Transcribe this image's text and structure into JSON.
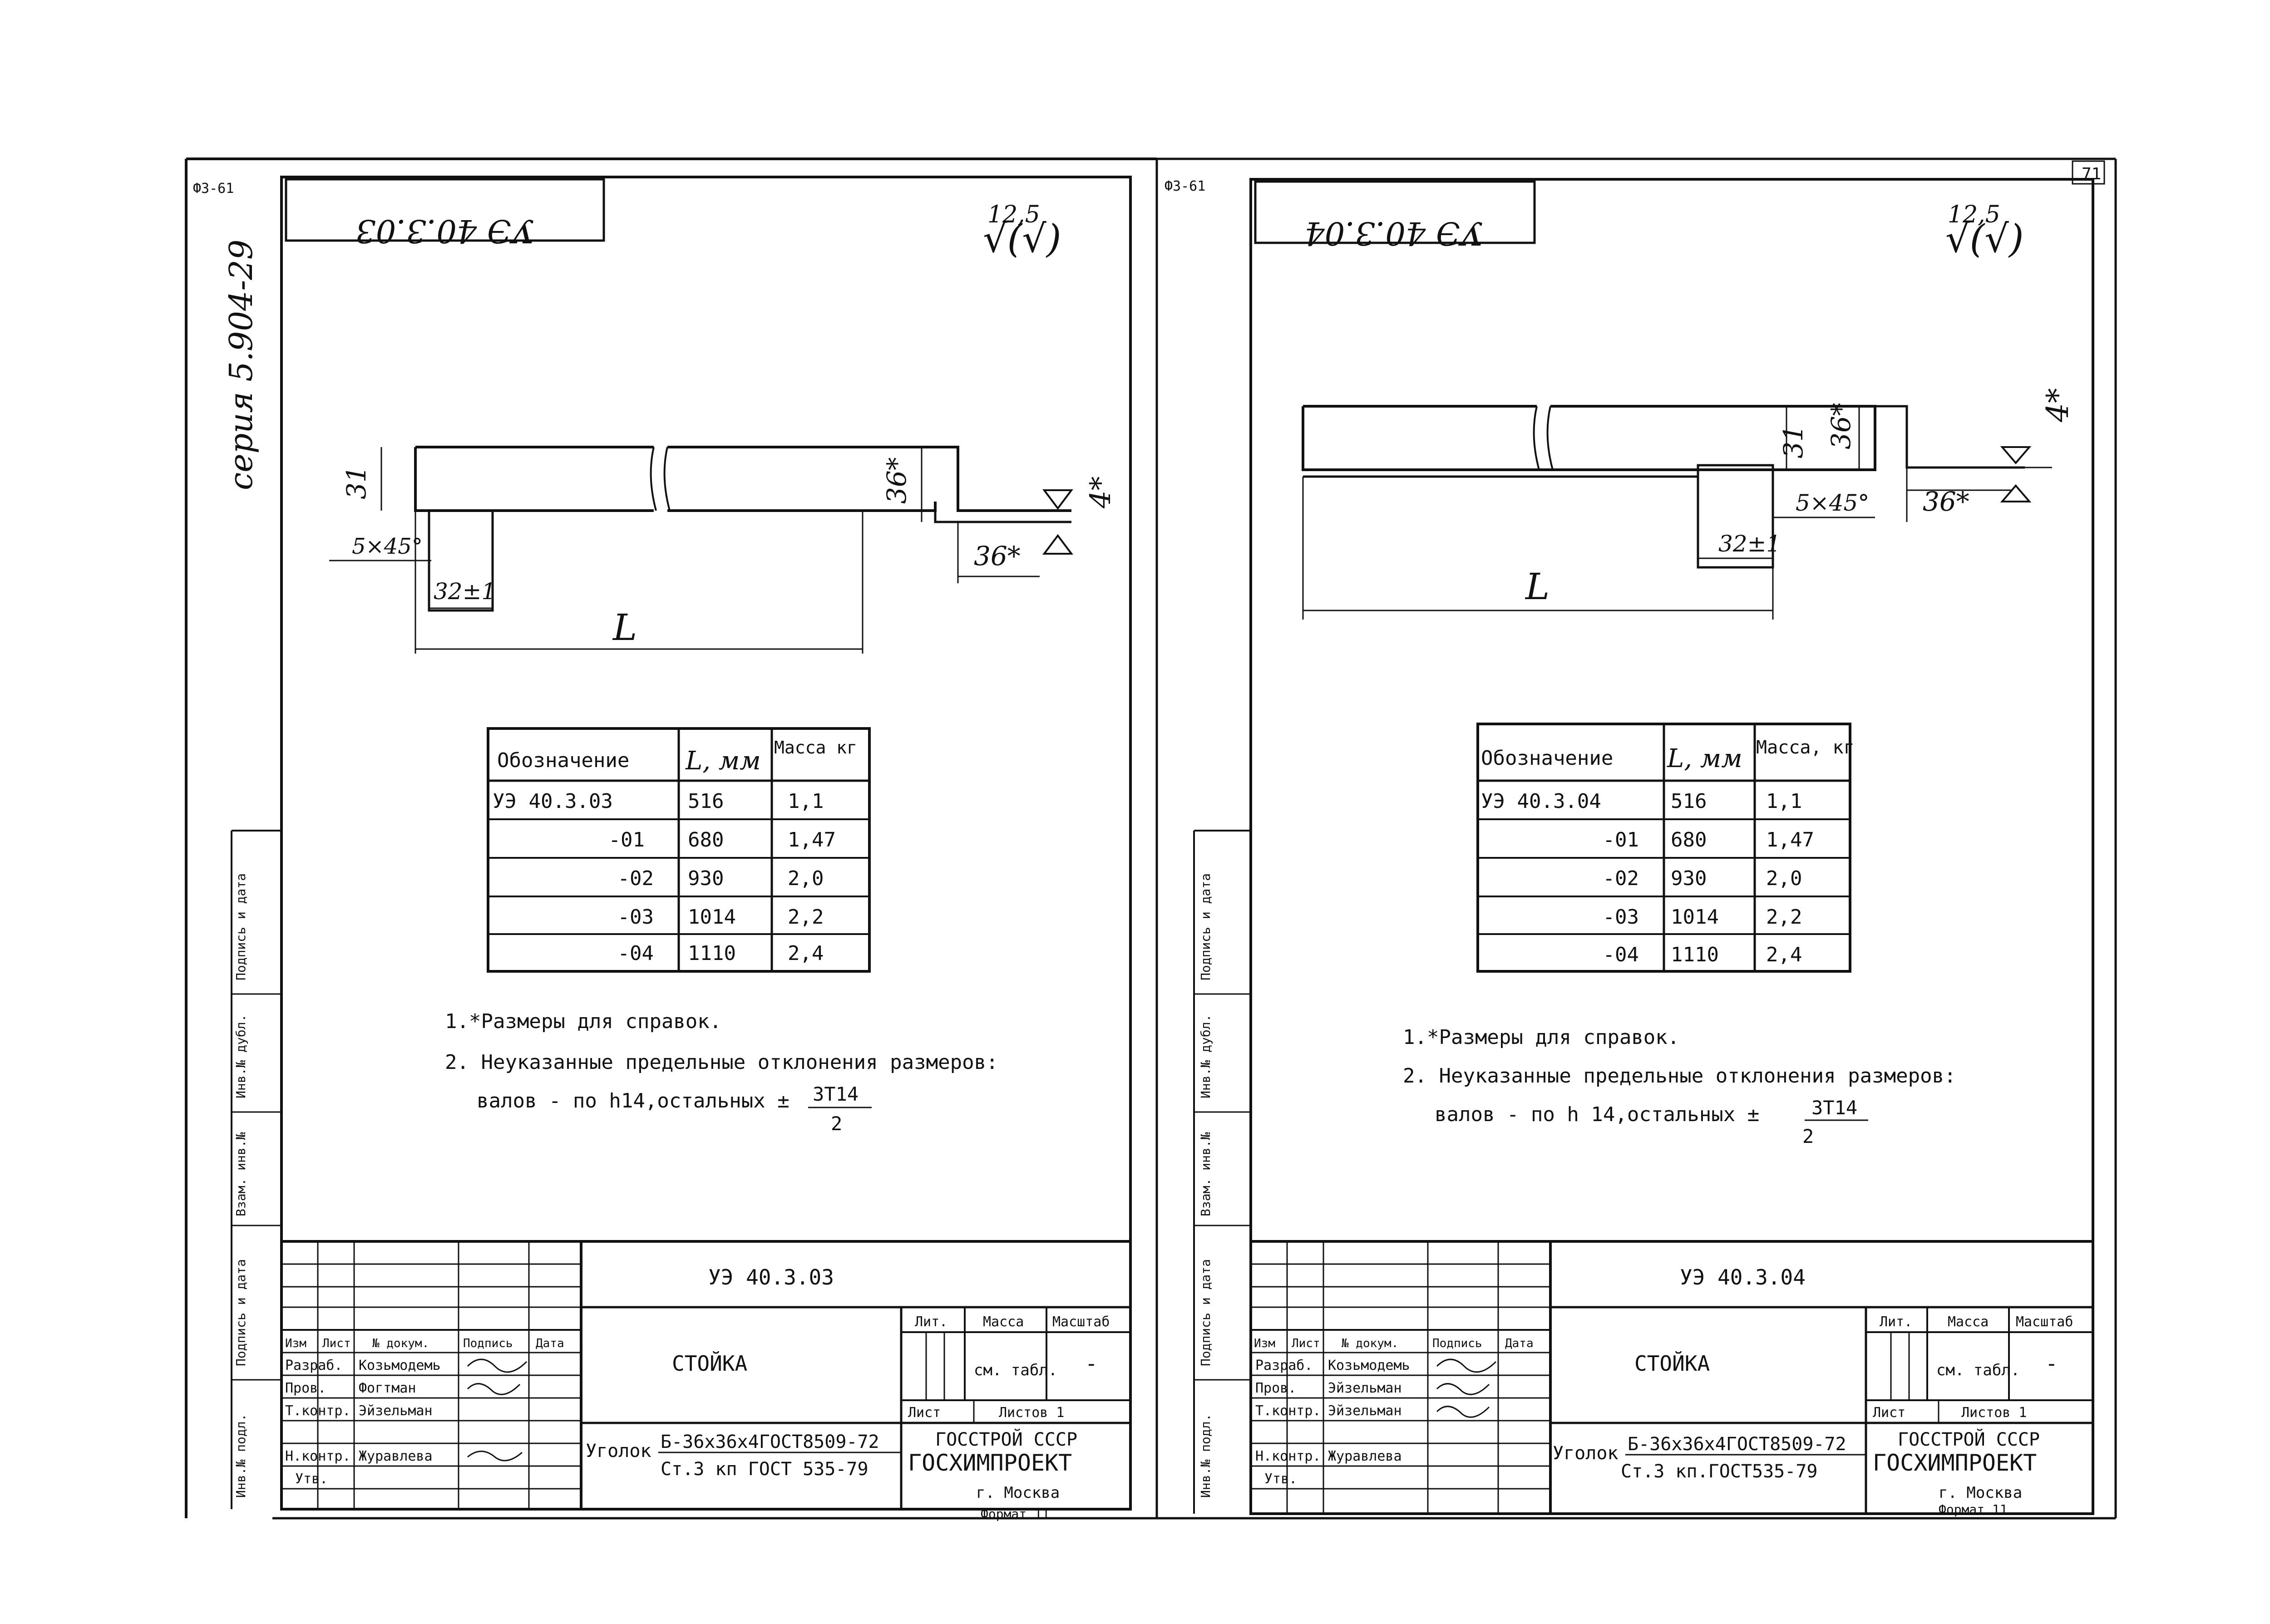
{
  "left_sheet": {
    "corner_tag": "ФЗ-61",
    "drawing_code_stamp": "УЭ 40.3.03",
    "series_label": "серия 5.904-29",
    "roughness": {
      "value": "12,5",
      "symbol": "√(√)"
    },
    "dims": {
      "h": "31",
      "h2": "36*",
      "w": "36*",
      "chamfer": "5×45°",
      "offset": "32±1",
      "len": "L",
      "t": "4*"
    },
    "table": {
      "headers": {
        "designation": "Обозначение",
        "length": "L, мм",
        "mass": "Масса кг"
      },
      "rows": [
        {
          "designation": "УЭ 40.3.03",
          "length": "516",
          "mass": "1,1"
        },
        {
          "designation": "-01",
          "length": "680",
          "mass": "1,47"
        },
        {
          "designation": "-02",
          "length": "930",
          "mass": "2,0"
        },
        {
          "designation": "-03",
          "length": "1014",
          "mass": "2,2"
        },
        {
          "designation": "-04",
          "length": "1110",
          "mass": "2,4"
        }
      ]
    },
    "notes": {
      "n1": "1.*Размеры для справок.",
      "n2": "2. Неуказанные предельные отклонения размеров:",
      "n3": "валов - по h14,остальных ±",
      "frac_top": "3Т14",
      "frac_bot": "2"
    },
    "side_strip": [
      "Подпись и дата",
      "Инв.№ дубл.",
      "Взам. инв.№",
      "Подпись и дата",
      "Инв.№ подл."
    ],
    "title_block": {
      "designation": "УЭ 40.3.03",
      "name": "СТОЙКА",
      "material_1": "Уголок",
      "material_1b": "Б-36х36х4ГОСТ8509-72",
      "material_2": "Ст.3 кп ГОСТ 535-79",
      "lit": "Лит.",
      "mass": "Масса",
      "scale": "Масштаб",
      "mass_val": "см. табл.",
      "scale_val": "-",
      "sheet": "Лист",
      "sheets": "Листов 1",
      "org1": "ГОССТРОЙ СССР",
      "org2": "ГОСХИМПРОЕКТ",
      "city": "г. Москва",
      "format": "Формат 11",
      "hdr": [
        "Изм",
        "Лист",
        "№ докум.",
        "Подпись",
        "Дата"
      ],
      "roles": [
        {
          "role": "Разраб.",
          "name": "Козьмодемь"
        },
        {
          "role": "Пров.",
          "name": "Фогтман"
        },
        {
          "role": "Т.контр.",
          "name": "Эйзельман"
        },
        {
          "role": "",
          "name": ""
        },
        {
          "role": "Н.контр.",
          "name": "Журавлева"
        },
        {
          "role": "Утв.",
          "name": ""
        }
      ]
    }
  },
  "right_sheet": {
    "corner_tag": "ФЗ-61",
    "page_number": "71",
    "drawing_code_stamp": "УЭ 40.3.04",
    "roughness": {
      "value": "12,5",
      "symbol": "√(√)"
    },
    "dims": {
      "h": "31",
      "h2": "36*",
      "w": "36*",
      "chamfer": "5×45°",
      "offset": "32±1",
      "len": "L",
      "t": "4*"
    },
    "table": {
      "headers": {
        "designation": "Обозначение",
        "length": "L, мм",
        "mass": "Масса, кг"
      },
      "rows": [
        {
          "designation": "УЭ 40.3.04",
          "length": "516",
          "mass": "1,1"
        },
        {
          "designation": "-01",
          "length": "680",
          "mass": "1,47"
        },
        {
          "designation": "-02",
          "length": "930",
          "mass": "2,0"
        },
        {
          "designation": "-03",
          "length": "1014",
          "mass": "2,2"
        },
        {
          "designation": "-04",
          "length": "1110",
          "mass": "2,4"
        }
      ]
    },
    "notes": {
      "n1": "1.*Размеры для справок.",
      "n2": "2. Неуказанные предельные отклонения размеров:",
      "n3": "валов - по h 14,остальных ±",
      "frac_top": "3Т14",
      "frac_bot": "2"
    },
    "side_strip": [
      "Подпись и дата",
      "Инв.№ дубл.",
      "Взам. инв.№",
      "Подпись и дата",
      "Инв.№ подл."
    ],
    "title_block": {
      "designation": "УЭ 40.3.04",
      "name": "СТОЙКА",
      "material_1": "Уголок",
      "material_1b": "Б-36х36х4ГОСТ8509-72",
      "material_2": "Ст.3 кп.ГОСТ535-79",
      "lit": "Лит.",
      "mass": "Масса",
      "scale": "Масштаб",
      "mass_val": "см. табл.",
      "scale_val": "-",
      "sheet": "Лист",
      "sheets": "Листов 1",
      "org1": "ГОССТРОЙ СССР",
      "org2": "ГОСХИМПРОЕКТ",
      "city": "г. Москва",
      "format": "Формат 11",
      "hdr": [
        "Изм",
        "Лист",
        "№ докум.",
        "Подпись",
        "Дата"
      ],
      "roles": [
        {
          "role": "Разраб.",
          "name": "Козьмодемь"
        },
        {
          "role": "Пров.",
          "name": "Эйзельман"
        },
        {
          "role": "Т.контр.",
          "name": "Эйзельман"
        },
        {
          "role": "",
          "name": ""
        },
        {
          "role": "Н.контр.",
          "name": "Журавлева"
        },
        {
          "role": "Утв.",
          "name": ""
        }
      ]
    }
  }
}
